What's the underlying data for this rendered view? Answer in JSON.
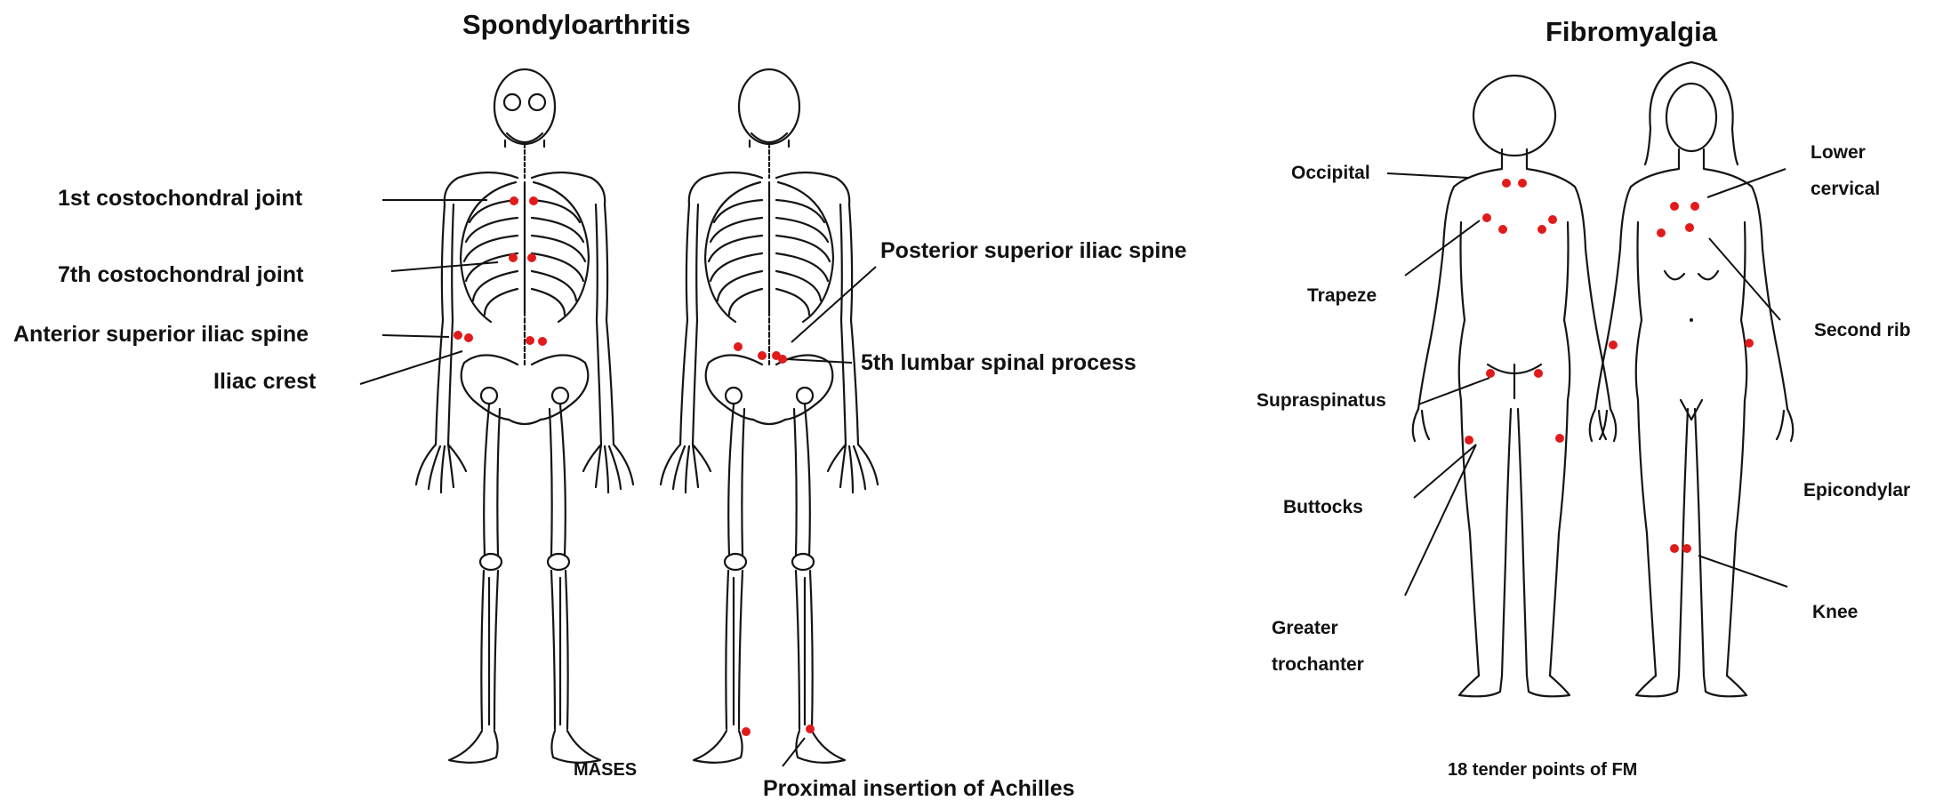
{
  "spa": {
    "title": "Spondyloarthritis",
    "caption": "MASES",
    "labels": {
      "costo1": "1st costochondral joint",
      "costo7": "7th costochondral joint",
      "asis": "Anterior superior iliac spine",
      "iliac_crest": "Iliac crest",
      "psis": "Posterior superior iliac spine",
      "l5": "5th lumbar spinal process",
      "achilles": "Proximal insertion of Achilles"
    }
  },
  "fm": {
    "title": "Fibromyalgia",
    "caption": "18 tender points of FM",
    "labels": {
      "occipital": "Occipital",
      "lower_cervical_1": "Lower",
      "lower_cervical_2": "cervical",
      "trapeze": "Trapeze",
      "second_rib": "Second rib",
      "supraspinatus": "Supraspinatus",
      "epicondylar": "Epicondylar",
      "buttocks": "Buttocks",
      "knee": "Knee",
      "greater_trochanter_1": "Greater",
      "greater_trochanter_2": "trochanter"
    }
  },
  "colors": {
    "tender_point": "#e11b1b",
    "ink": "#151515",
    "background": "#ffffff"
  }
}
